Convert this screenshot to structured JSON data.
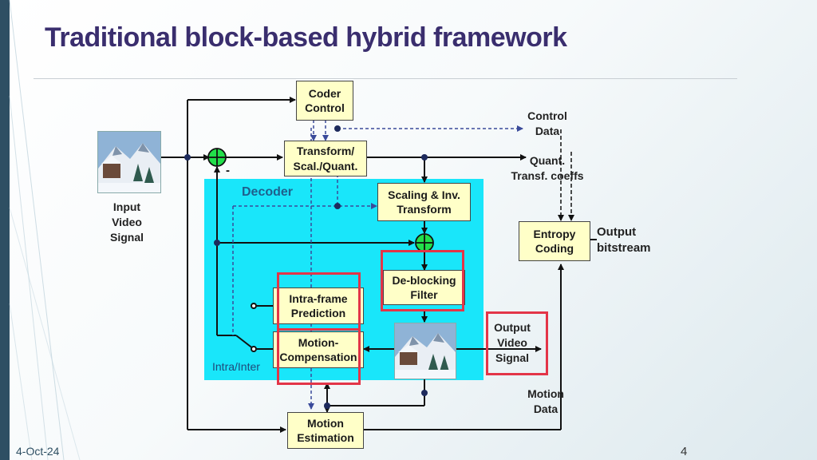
{
  "slide": {
    "title": "Traditional block-based hybrid framework",
    "date": "4-Oct-24",
    "page_number": "4"
  },
  "diagram": {
    "decoder_label": "Decoder",
    "blocks": {
      "coder_control": "Coder\nControl",
      "transform_quant": "Transform/\nScal./Quant.",
      "scaling_inv_transform": "Scaling & Inv.\nTransform",
      "deblocking_filter": "De-blocking\nFilter",
      "intra_prediction": "Intra-frame\nPrediction",
      "motion_compensation": "Motion-\nCompensation",
      "motion_estimation": "Motion\nEstimation",
      "entropy_coding": "Entropy\nCoding"
    },
    "labels": {
      "input_video": "Input\nVideo\nSignal",
      "control_data": "Control\nData",
      "quant_coeffs": "Quant.\nTransf. coeffs",
      "output_bitstream": "Output\nbitstream",
      "output_video": "Output\nVideo\nSignal",
      "motion_data": "Motion\nData",
      "intra_inter": "Intra/Inter",
      "minus_sign": "-"
    }
  },
  "colors": {
    "block_fill": "#ffffc8",
    "decoder_fill": "#19e6fa",
    "highlight": "#e33548",
    "title": "#3a2e6e"
  }
}
